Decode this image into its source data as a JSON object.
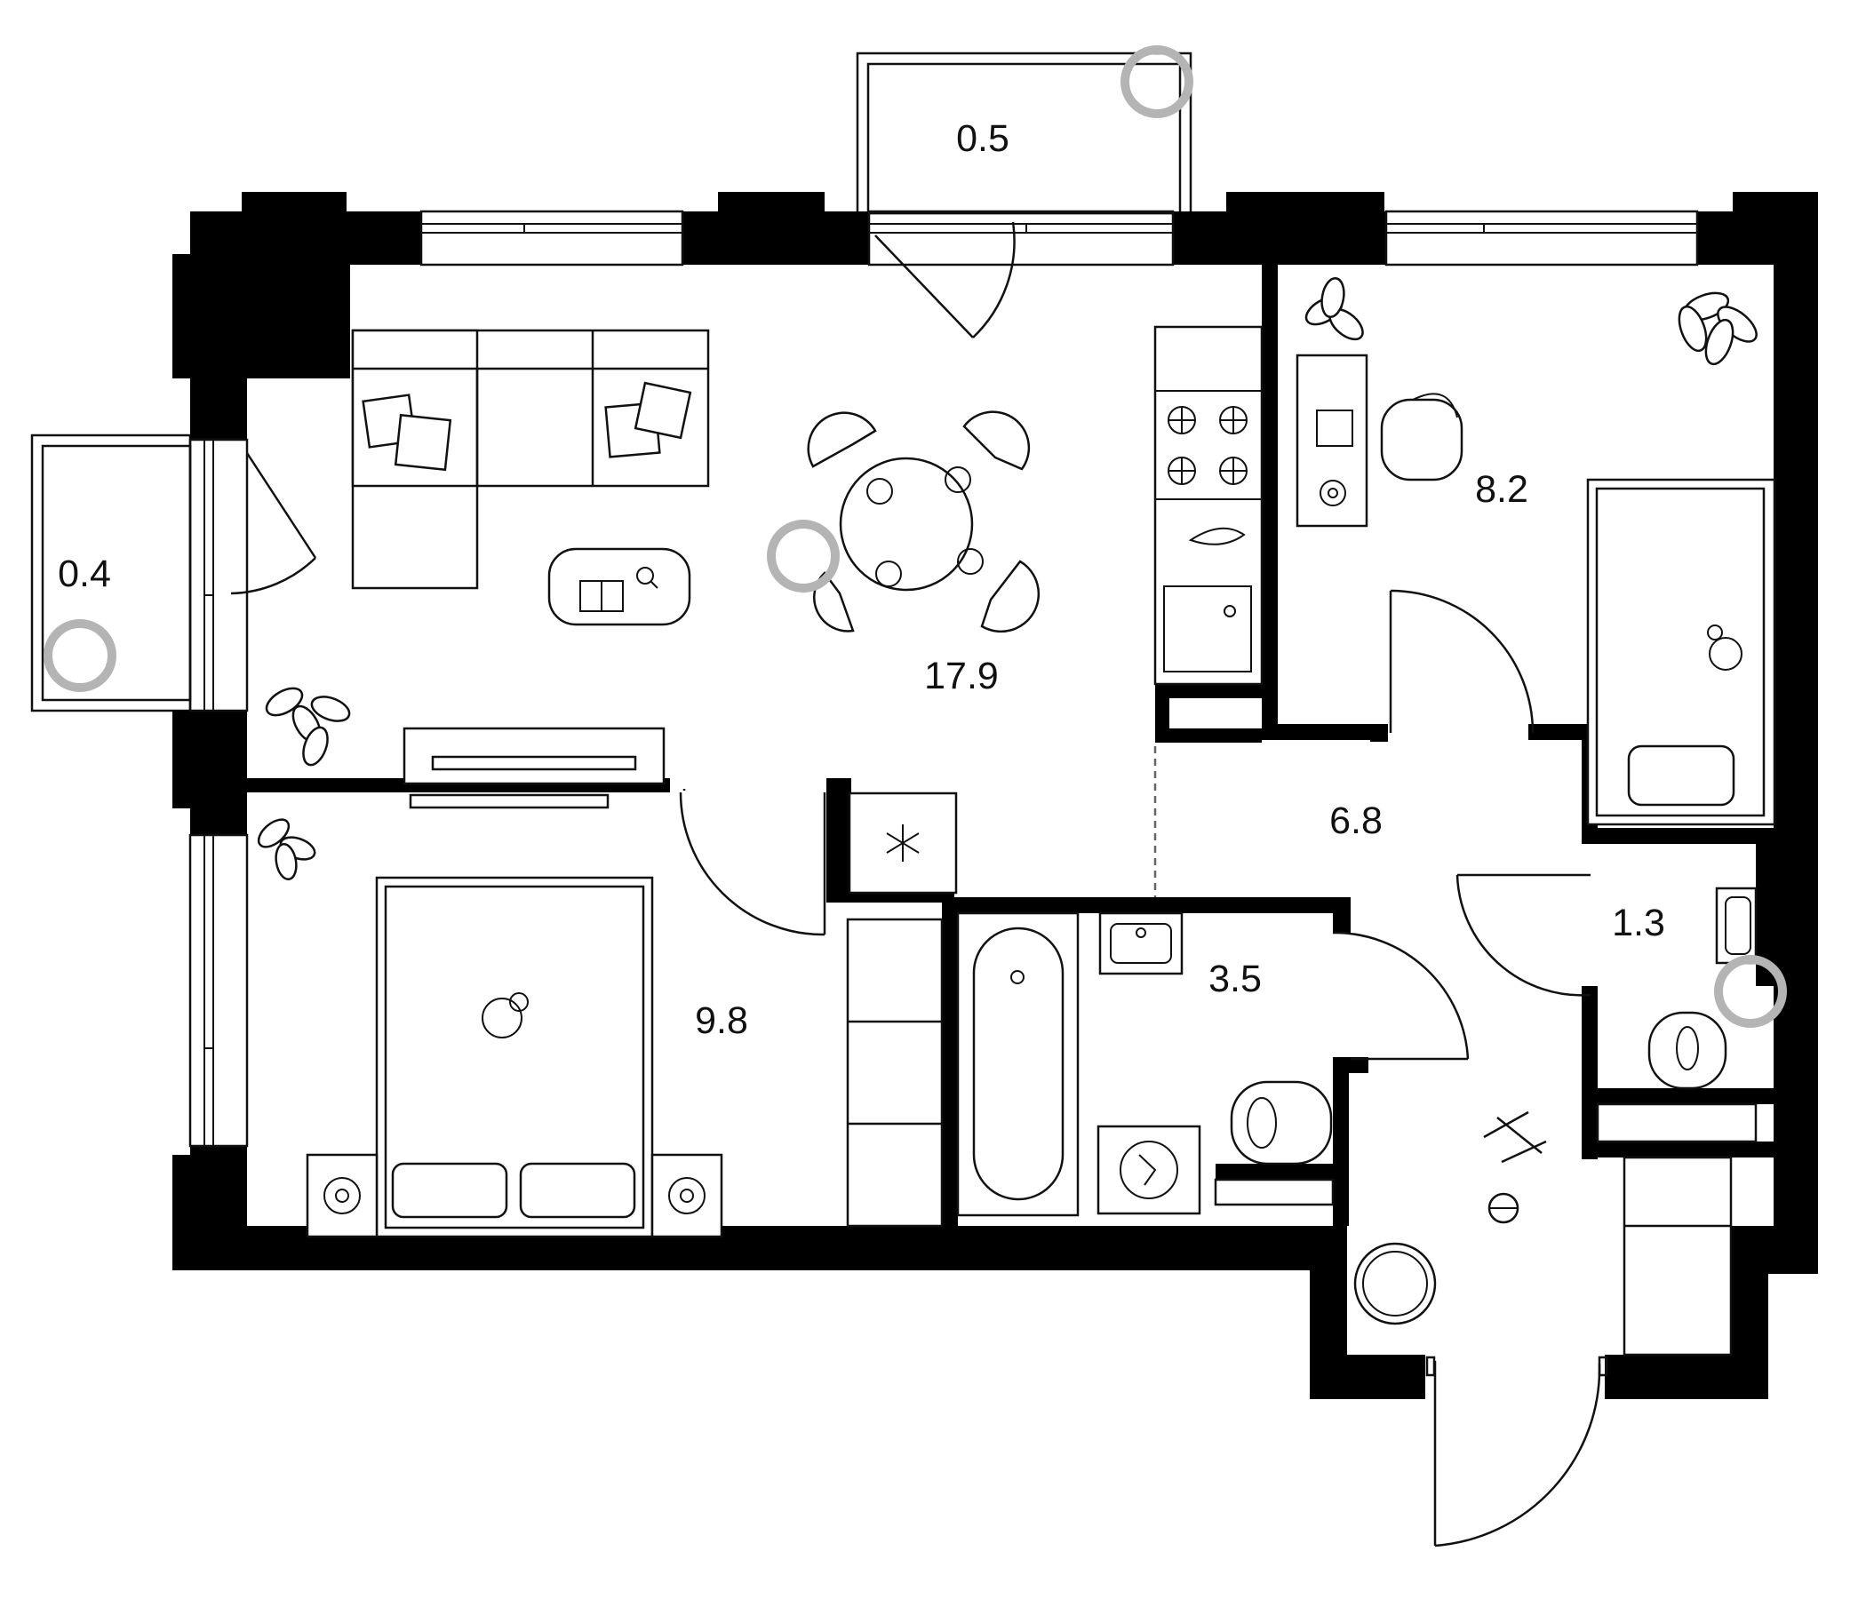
{
  "plan": {
    "colors": {
      "wall": "#000000",
      "line": "#111111",
      "marker": "#b4b4b4",
      "background": "#ffffff"
    },
    "rooms": [
      {
        "id": "balcony-top",
        "area": "0.5"
      },
      {
        "id": "balcony-left",
        "area": "0.4"
      },
      {
        "id": "living-kitchen",
        "area": "17.9"
      },
      {
        "id": "bedroom-right",
        "area": "8.2"
      },
      {
        "id": "hall",
        "area": "6.8"
      },
      {
        "id": "toilet",
        "area": "1.3"
      },
      {
        "id": "bathroom",
        "area": "3.5"
      },
      {
        "id": "bedroom-left",
        "area": "9.8"
      }
    ],
    "icons": [
      "stove-icon",
      "sink-icon",
      "fridge-snowflake-icon",
      "plant-icon",
      "pillow-icon",
      "cat-icon",
      "toy-plane-icon",
      "ball-icon",
      "washing-machine-icon",
      "toilet-icon",
      "bathtub-icon",
      "desk-chair-icon"
    ]
  }
}
